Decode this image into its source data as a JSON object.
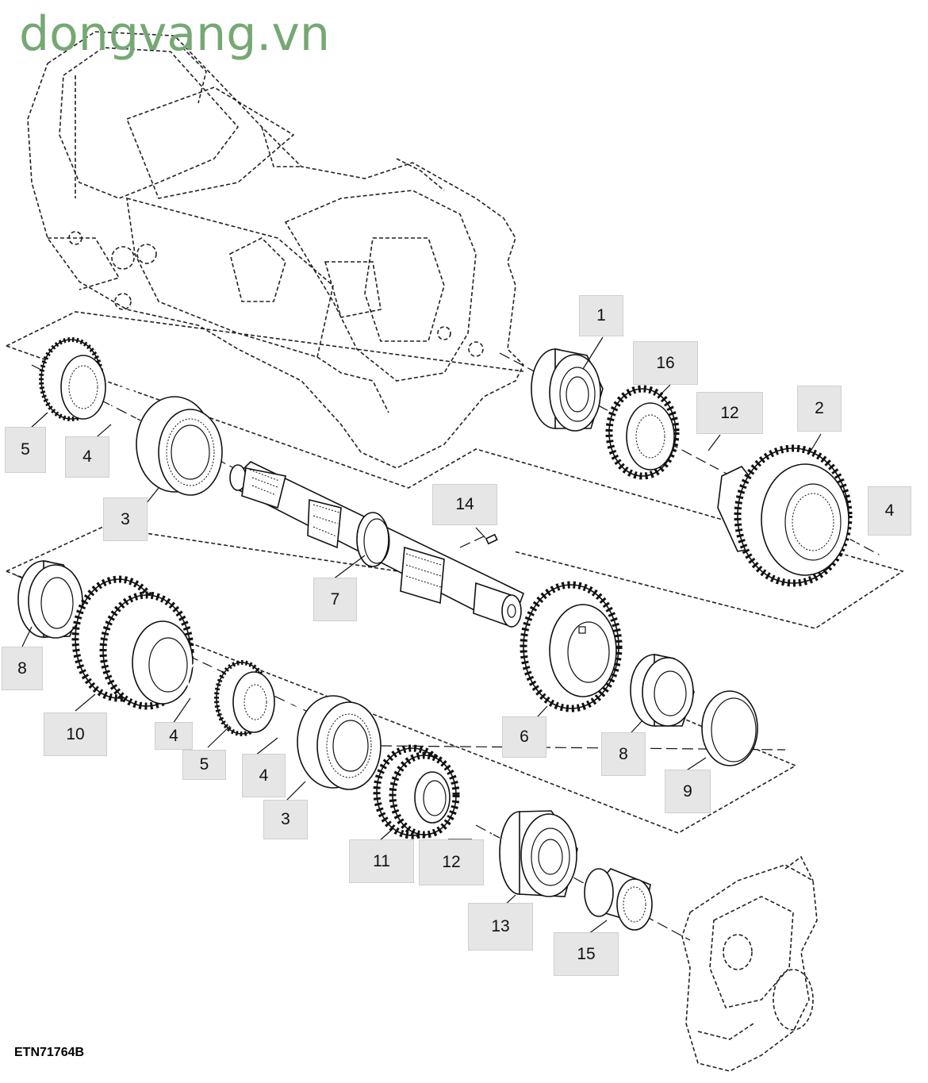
{
  "watermark": {
    "text": "dongvang.vn",
    "color": "#76a874"
  },
  "figure_code": "ETN71764B",
  "callouts": [
    "1",
    "16",
    "12",
    "2",
    "5",
    "4",
    "3",
    "14",
    "4",
    "7",
    "8",
    "10",
    "4",
    "5",
    "4",
    "3",
    "6",
    "8",
    "9",
    "11",
    "12",
    "13",
    "15"
  ],
  "parts": [
    {
      "id": "housing",
      "name": "transmission-housing"
    },
    {
      "id": "rear-cover",
      "name": "rear-cover"
    },
    {
      "id": "shaft",
      "name": "main-shaft"
    },
    {
      "id": "gear-5a",
      "name": "sync-hub-upper"
    },
    {
      "id": "ring-4a",
      "name": "snap-ring-upper-left"
    },
    {
      "id": "collar-3a",
      "name": "shift-collar-upper"
    },
    {
      "id": "bearing-1",
      "name": "ball-bearing-upper"
    },
    {
      "id": "gear-16",
      "name": "drive-gear-small"
    },
    {
      "id": "ring-12a",
      "name": "snap-ring-upper-right"
    },
    {
      "id": "gear-2",
      "name": "large-gear-with-hub"
    },
    {
      "id": "ring-4b",
      "name": "snap-ring-far-right"
    },
    {
      "id": "pin-14",
      "name": "roll-pin"
    },
    {
      "id": "bearing-8a",
      "name": "bearing-lower-left"
    },
    {
      "id": "gear-10",
      "name": "double-helical-gear"
    },
    {
      "id": "ring-4c",
      "name": "snap-ring-lower-a"
    },
    {
      "id": "gear-5b",
      "name": "sync-hub-lower"
    },
    {
      "id": "ring-4d",
      "name": "snap-ring-lower-b"
    },
    {
      "id": "collar-3b",
      "name": "shift-collar-lower"
    },
    {
      "id": "gear-6",
      "name": "helical-gear-large"
    },
    {
      "id": "bearing-8b",
      "name": "bearing-lower-right"
    },
    {
      "id": "ring-9",
      "name": "spacer-ring"
    },
    {
      "id": "gear-11",
      "name": "helical-gear-small"
    },
    {
      "id": "ring-12b",
      "name": "snap-ring-lower-c"
    },
    {
      "id": "bearing-13",
      "name": "ball-bearing-lower"
    },
    {
      "id": "bearing-15",
      "name": "needle-bearing"
    }
  ]
}
